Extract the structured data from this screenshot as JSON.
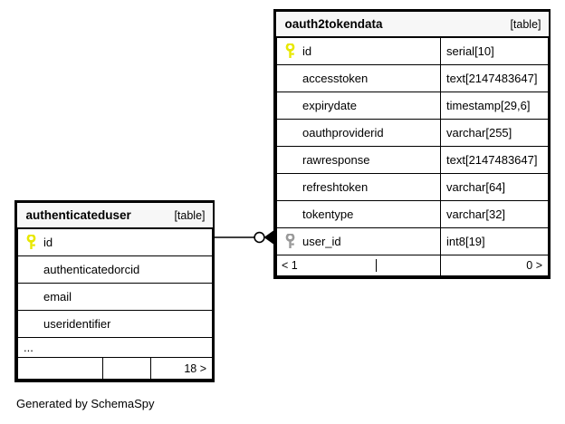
{
  "diagram": {
    "generator_caption": "Generated by SchemaSpy",
    "kind_label": "[table]",
    "ellipsis": "...",
    "key_icon_primary": "key-icon",
    "key_icon_foreign": "key-icon",
    "colors": {
      "primary_key": "#e8e800",
      "foreign_key": "#999999",
      "border": "#000000",
      "header_background": "#f7f7f7",
      "body_background": "#ffffff",
      "connector": "#000000"
    }
  },
  "tables": [
    {
      "id": "oauth2tokendata",
      "name": "oauth2tokendata",
      "kind": "[table]",
      "columns": [
        {
          "name": "id",
          "type": "serial[10]",
          "key": "primary"
        },
        {
          "name": "accesstoken",
          "type": "text[2147483647]",
          "key": "none"
        },
        {
          "name": "expirydate",
          "type": "timestamp[29,6]",
          "key": "none"
        },
        {
          "name": "oauthproviderid",
          "type": "varchar[255]",
          "key": "none"
        },
        {
          "name": "rawresponse",
          "type": "text[2147483647]",
          "key": "none"
        },
        {
          "name": "refreshtoken",
          "type": "varchar[64]",
          "key": "none"
        },
        {
          "name": "tokentype",
          "type": "varchar[32]",
          "key": "none"
        },
        {
          "name": "user_id",
          "type": "int8[19]",
          "key": "foreign"
        }
      ],
      "footer": {
        "left": "< 1",
        "middle": "",
        "right": "0 >"
      }
    },
    {
      "id": "authenticateduser",
      "name": "authenticateduser",
      "kind": "[table]",
      "columns": [
        {
          "name": "id",
          "type": "",
          "key": "primary"
        },
        {
          "name": "authenticatedorcid",
          "type": "",
          "key": "none"
        },
        {
          "name": "email",
          "type": "",
          "key": "none"
        },
        {
          "name": "useridentifier",
          "type": "",
          "key": "none"
        }
      ],
      "has_more_columns": true,
      "footer": {
        "left": "",
        "middle": "",
        "right": "18 >"
      }
    }
  ],
  "relationship": {
    "from_table": "authenticateduser",
    "from_column": "id",
    "to_table": "oauth2tokendata",
    "to_column": "user_id",
    "from_cardinality": "one",
    "to_cardinality": "zero-or-many"
  }
}
